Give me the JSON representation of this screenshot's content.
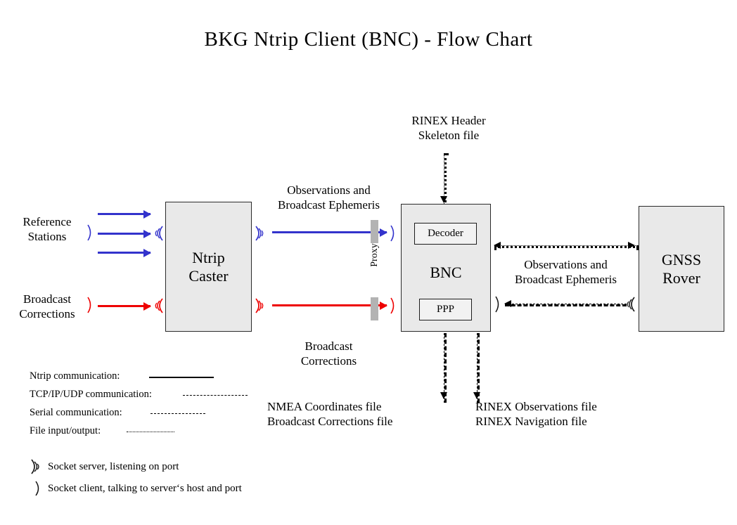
{
  "title": "BKG Ntrip Client (BNC)  -  Flow Chart",
  "nodes": {
    "caster": "Ntrip\nCaster",
    "caster_line1": "Ntrip",
    "caster_line2": "Caster",
    "bnc": "BNC",
    "decoder": "Decoder",
    "ppp": "PPP",
    "rover_line1": "GNSS",
    "rover_line2": "Rover"
  },
  "captions": {
    "reference_stations": "Reference\nStations",
    "reference_stations_l1": "Reference",
    "reference_stations_l2": "Stations",
    "broadcast_corrections_left_l1": "Broadcast",
    "broadcast_corrections_left_l2": "Corrections",
    "observations_top_l1": "Observations and",
    "observations_top_l2": "Broadcast Ephemeris",
    "broadcast_corrections_mid_l1": "Broadcast",
    "broadcast_corrections_mid_l2": "Corrections",
    "rinex_header_l1": "RINEX Header",
    "rinex_header_l2": "Skeleton file",
    "observations_right_l1": "Observations and",
    "observations_right_l2": "Broadcast Ephemeris",
    "output_left_l1": "NMEA Coordinates file",
    "output_left_l2": "Broadcast Corrections file",
    "output_right_l1": "RINEX Observations file",
    "output_right_l2": "RINEX Navigation file",
    "proxy": "Proxy"
  },
  "legend": {
    "items": [
      {
        "label": "Ntrip communication:",
        "style": "solid"
      },
      {
        "label": "TCP/IP/UDP communication:",
        "style": "dashed-long"
      },
      {
        "label": "Serial communication:",
        "style": "dashed-medium"
      },
      {
        "label": "File input/output:",
        "style": "dotted-fine"
      }
    ],
    "sockets": [
      {
        "icon": "socket-server-icon",
        "label": "Socket server, listening on port"
      },
      {
        "icon": "socket-client-icon",
        "label": "Socket client, talking to server‘s host and port"
      }
    ]
  },
  "colors": {
    "ntrip_stream_blue": "#3333CC",
    "broadcast_corrections_red": "#EE0000",
    "node_fill": "#E9E9E9",
    "node_border": "#2A2A2A",
    "proxy_bar": "#B3B3B3",
    "background": "#FFFFFF"
  }
}
